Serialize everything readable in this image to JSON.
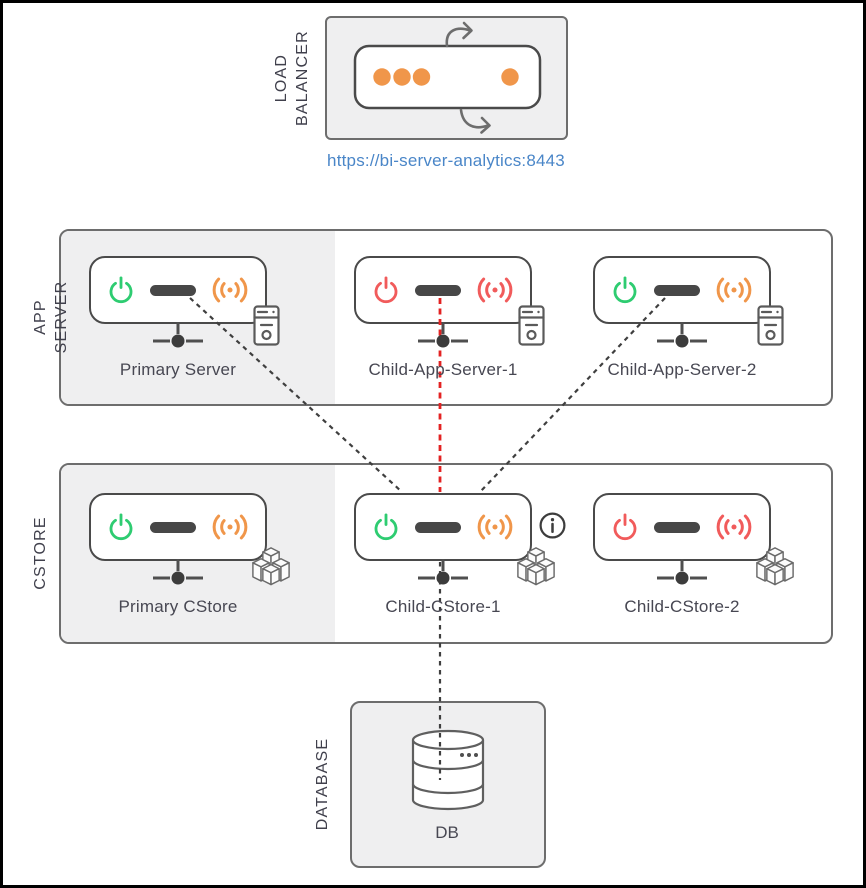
{
  "load_balancer": {
    "section_label": "LOAD BALANCER",
    "url": "https://bi-server-analytics:8443"
  },
  "app_server": {
    "section_label": "APP SERVER",
    "nodes": [
      {
        "label": "Primary Server",
        "power_color": "#2ecc71",
        "signal_color": "#f0964a"
      },
      {
        "label": "Child-App-Server-1",
        "power_color": "#f15b5b",
        "signal_color": "#f15b5b"
      },
      {
        "label": "Child-App-Server-2",
        "power_color": "#2ecc71",
        "signal_color": "#f0964a"
      }
    ]
  },
  "cstore": {
    "section_label": "CSTORE",
    "nodes": [
      {
        "label": "Primary CStore",
        "power_color": "#2ecc71",
        "signal_color": "#f0964a"
      },
      {
        "label": "Child-CStore-1",
        "power_color": "#2ecc71",
        "signal_color": "#f0964a"
      },
      {
        "label": "Child-CStore-2",
        "power_color": "#f15b5b",
        "signal_color": "#f15b5b"
      }
    ]
  },
  "database": {
    "section_label": "DATABASE",
    "db_label": "DB"
  },
  "connections": {
    "gray": "#3f3f3f",
    "red": "#e32222"
  },
  "accents": {
    "link_blue": "#4a86c8"
  }
}
